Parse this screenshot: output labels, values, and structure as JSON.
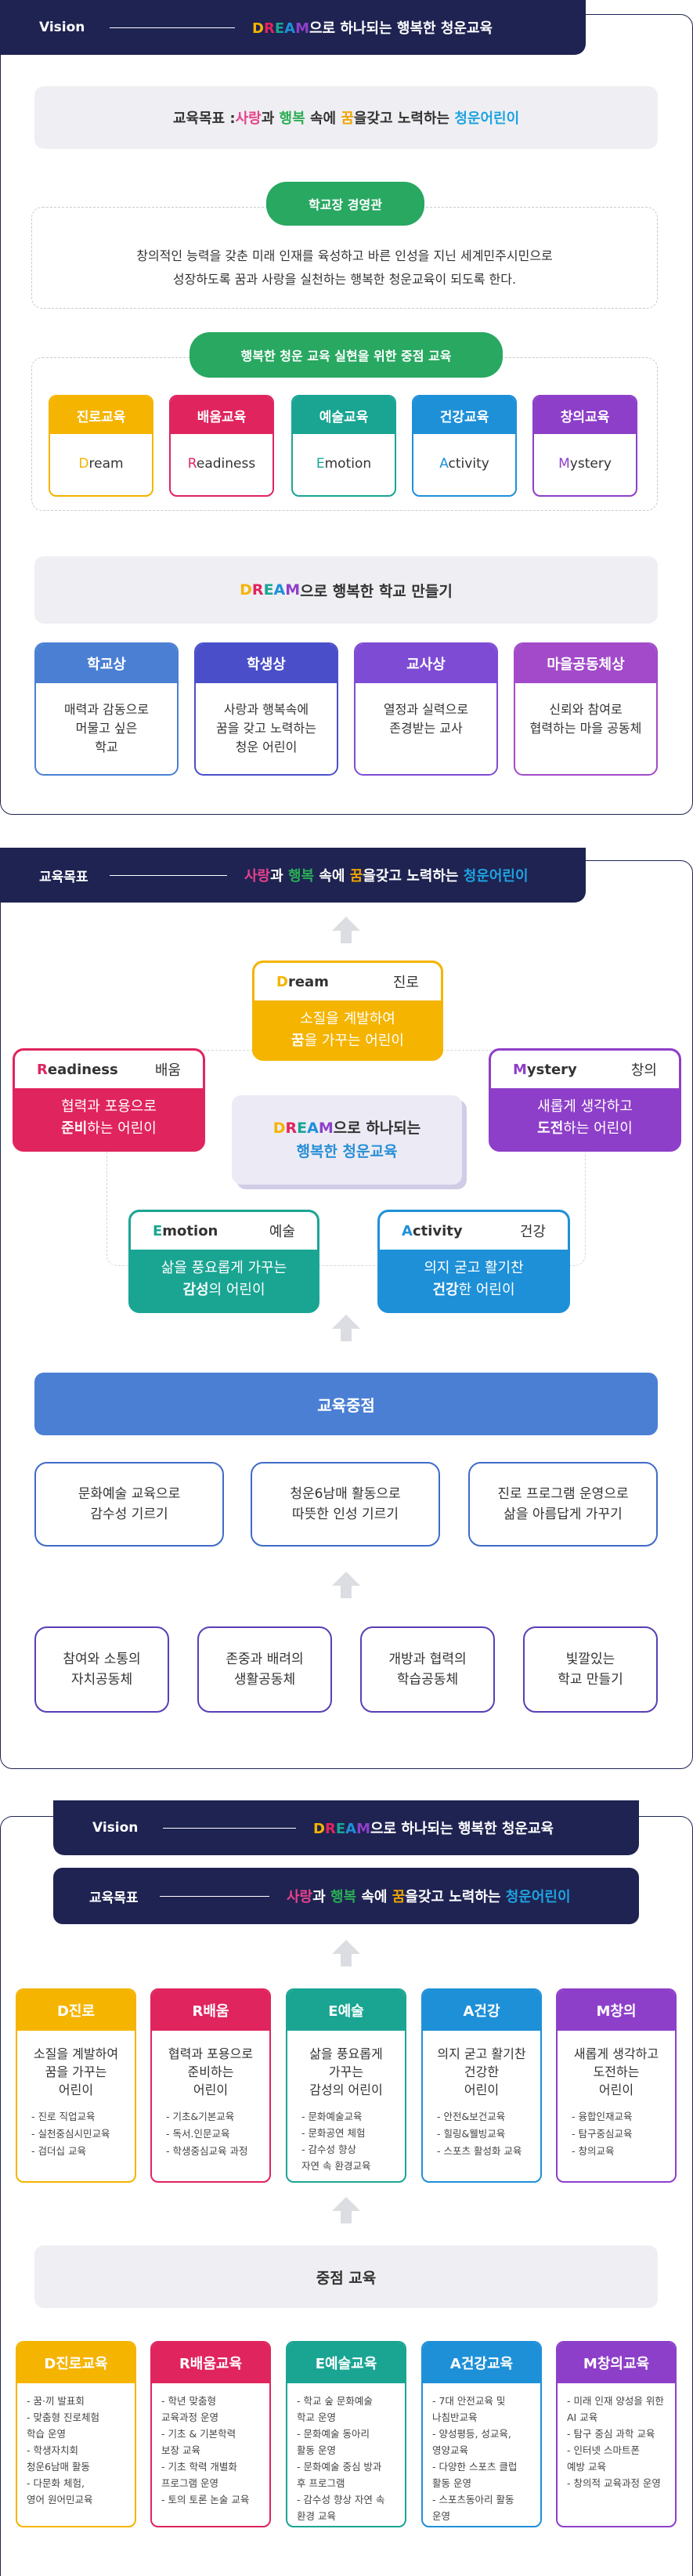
{
  "top": {
    "vision_label": "Vision",
    "vision_text_letters": "DREAM",
    "vision_text_rest": "으로 하나되는 행복한 청운교육",
    "goal": {
      "prefix": "교육목표 : ",
      "w1": "사랑",
      "w2": "과 ",
      "w3": "행복",
      "w4": " 속에 ",
      "w5": "꿈",
      "w6": "을갖고 노력하는 ",
      "w7": "청운어린이"
    },
    "principal_title": "학교장 경영관",
    "principal_text_1": "창의적인 능력을 갖춘 미래 인재를 육성하고 바른 인성을 지닌 세계민주시민으로",
    "principal_text_2": "성장하도록 꿈과 사랑을 실천하는 행복한 청운교육이 되도록 한다.",
    "focus_title": "행복한 청운 교육 실현을 위한 중점 교육",
    "edu_cards": [
      {
        "title": "진로교육",
        "initial": "D",
        "rest": "ream"
      },
      {
        "title": "배움교육",
        "initial": "R",
        "rest": "eadiness"
      },
      {
        "title": "예술교육",
        "initial": "E",
        "rest": "motion"
      },
      {
        "title": "건강교육",
        "initial": "A",
        "rest": "ctivity"
      },
      {
        "title": "창의교육",
        "initial": "M",
        "rest": "ystery"
      }
    ],
    "school_bar_letters": "DREAM",
    "school_bar_rest": "으로 행복한 학교 만들기",
    "ideals": [
      {
        "title": "학교상",
        "text": "매력과 감동으로\n머물고 싶은\n학교"
      },
      {
        "title": "학생상",
        "text": "사랑과 행복속에\n꿈을 갖고 노력하는\n청운 어린이"
      },
      {
        "title": "교사상",
        "text": "열정과 실력으로\n존경받는 교사"
      },
      {
        "title": "마을공동체상",
        "text": "신뢰와 참여로\n협력하는 마을 공동체"
      }
    ]
  },
  "middle": {
    "goal_label": "교육목표",
    "goal": {
      "w1": "사랑",
      "w2": "과 ",
      "w3": "행복",
      "w4": " 속에 ",
      "w5": "꿈",
      "w6": "을갖고 노력하는 ",
      "w7": "청운어린이"
    },
    "center_letters": "DREAM",
    "center_rest": "으로 하나되는",
    "center_line2": "행복한 청운교육",
    "values": {
      "dream": {
        "en_initial": "D",
        "en_rest": "ream",
        "kr": "진로",
        "line1": "소질을 계발하여",
        "line2_bold": "꿈",
        "line2_rest": "을 가꾸는 어린이"
      },
      "readiness": {
        "en_initial": "R",
        "en_rest": "eadiness",
        "kr": "배움",
        "line1": "협력과 포용으로",
        "line2_bold": "준비",
        "line2_rest": "하는 어린이"
      },
      "mystery": {
        "en_initial": "M",
        "en_rest": "ystery",
        "kr": "창의",
        "line1": "새롭게 생각하고",
        "line2_bold": "도전",
        "line2_rest": "하는 어린이"
      },
      "emotion": {
        "en_initial": "E",
        "en_rest": "motion",
        "kr": "예술",
        "line1": "삶을 풍요롭게 가꾸는",
        "line2_bold": "감성",
        "line2_rest": "의 어린이"
      },
      "activity": {
        "en_initial": "A",
        "en_rest": "ctivity",
        "kr": "건강",
        "line1": "의지 굳고 활기찬",
        "line2_bold": "건강",
        "line2_rest": "한 어린이"
      }
    },
    "focus_bar": "교육중점",
    "focus_items": [
      "문화예술 교육으로\n감수성 기르기",
      "청운6남매 활동으로\n따뜻한 인성 기르기",
      "진로 프로그램 운영으로\n삶을 아름답게 가꾸기"
    ],
    "community_items": [
      "참여와 소통의\n자치공동체",
      "존중과 배려의\n생활공동체",
      "개방과 협력의\n학습공동체",
      "빛깔있는\n학교 만들기"
    ]
  },
  "bottom": {
    "vision_label": "Vision",
    "vision_text_letters": "DREAM",
    "vision_text_rest": "으로 하나되는 행복한 청운교육",
    "goal_label": "교육목표",
    "goal": {
      "w1": "사랑",
      "w2": "과 ",
      "w3": "행복",
      "w4": " 속에 ",
      "w5": "꿈",
      "w6": "을갖고 노력하는 ",
      "w7": "청운어린이"
    },
    "values": [
      {
        "title": "D진로",
        "main": "소질을 계발하여\n꿈을 가꾸는\n어린이",
        "items": [
          "- 진로 직업교육",
          "- 실천중심시민교육",
          "- 검더십 교육"
        ]
      },
      {
        "title": "R배움",
        "main": "협력과 포용으로\n준비하는\n어린이",
        "items": [
          "- 기초&기본교육",
          "- 독서.인문교육",
          "- 학생중심교육 과정"
        ]
      },
      {
        "title": "E예술",
        "main": "삶을 풍요롭게\n가꾸는\n감성의 어린이",
        "items": [
          "- 문화예술교육",
          "- 문화공연 체험",
          "- 감수성 향상\n  자연 속 환경교육"
        ]
      },
      {
        "title": "A건강",
        "main": "의지 굳고 활기찬\n건강한\n어린이",
        "items": [
          "- 안전&보건교육",
          "- 힐링&웰빙교육",
          "- 스포츠 활성화 교육"
        ]
      },
      {
        "title": "M창의",
        "main": "새롭게 생각하고\n도전하는\n어린이",
        "items": [
          "- 융합인재교육",
          "- 탐구중심교육",
          "- 창의교육"
        ]
      }
    ],
    "focus_bar": "중점 교육",
    "details": [
      {
        "title": "D진로교육",
        "items": [
          "- 꿈·끼 발표회",
          "- 맞춤형 진로체험\n  학습 운영",
          "- 학생자치회\n  청운6남매 활동",
          "- 다문화 체험,\n  영어 원어민교육"
        ]
      },
      {
        "title": "R배움교육",
        "items": [
          "- 학년 맞춤형\n  교육과정 운영",
          "- 기초 & 기본학력\n  보장 교육",
          "- 기초 학력 개별화\n  프로그램 운영",
          "- 토의 토론 논술 교육"
        ]
      },
      {
        "title": "E예술교육",
        "items": [
          "- 학교 숲 문화예술\n  학교 운영",
          "- 문화예술 동아리\n  활동 운영",
          "- 문화예술 중심 방과\n  후 프로그램",
          "- 감수성 향상 자연 속\n  환경 교육"
        ]
      },
      {
        "title": "A건강교육",
        "items": [
          "- 7대 안전교육 및\n  나침반교육",
          "- 양성평등, 성교육,\n  영양교육",
          "- 다양한 스포츠 클럽\n  활동 운영",
          "- 스포츠동아리 활동\n  운영"
        ]
      },
      {
        "title": "M창의교육",
        "items": [
          "- 미래 인재 양성을 위한\n  AI 교육",
          "- 탐구 중심 과학 교육",
          "- 인터넷 스마트폰\n  예방 교육",
          "- 창의적 교육과정 운영"
        ]
      }
    ]
  },
  "colors": {
    "navy": "#1e2352",
    "dream": "#f5b400",
    "readiness": "#e0245e",
    "emotion": "#1aa593",
    "activity": "#1e90d8",
    "mystery": "#8e3fc9",
    "focus_blue": "#4a7fd4",
    "green_pill": "#28a861"
  }
}
